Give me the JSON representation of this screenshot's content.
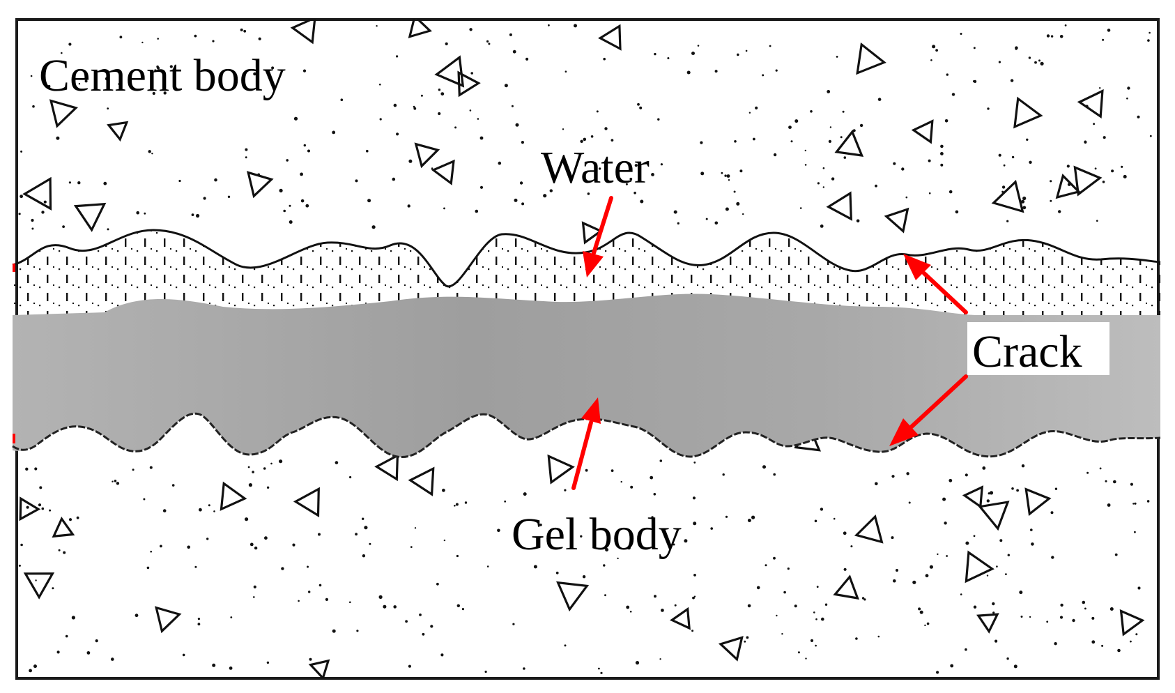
{
  "labels": {
    "cement_body": "Cement body",
    "water": "Water",
    "crack": "Crack",
    "gel_body": "Gel body"
  },
  "colors": {
    "background": "#ffffff",
    "frame": "#1a1a1a",
    "gel": "#a6a6a6",
    "arrow": "#ff0000",
    "ink": "#111111"
  },
  "icons": {
    "aggregate": "triangle-outline",
    "water_hatching": "vertical-dashes",
    "particles": "dot"
  }
}
